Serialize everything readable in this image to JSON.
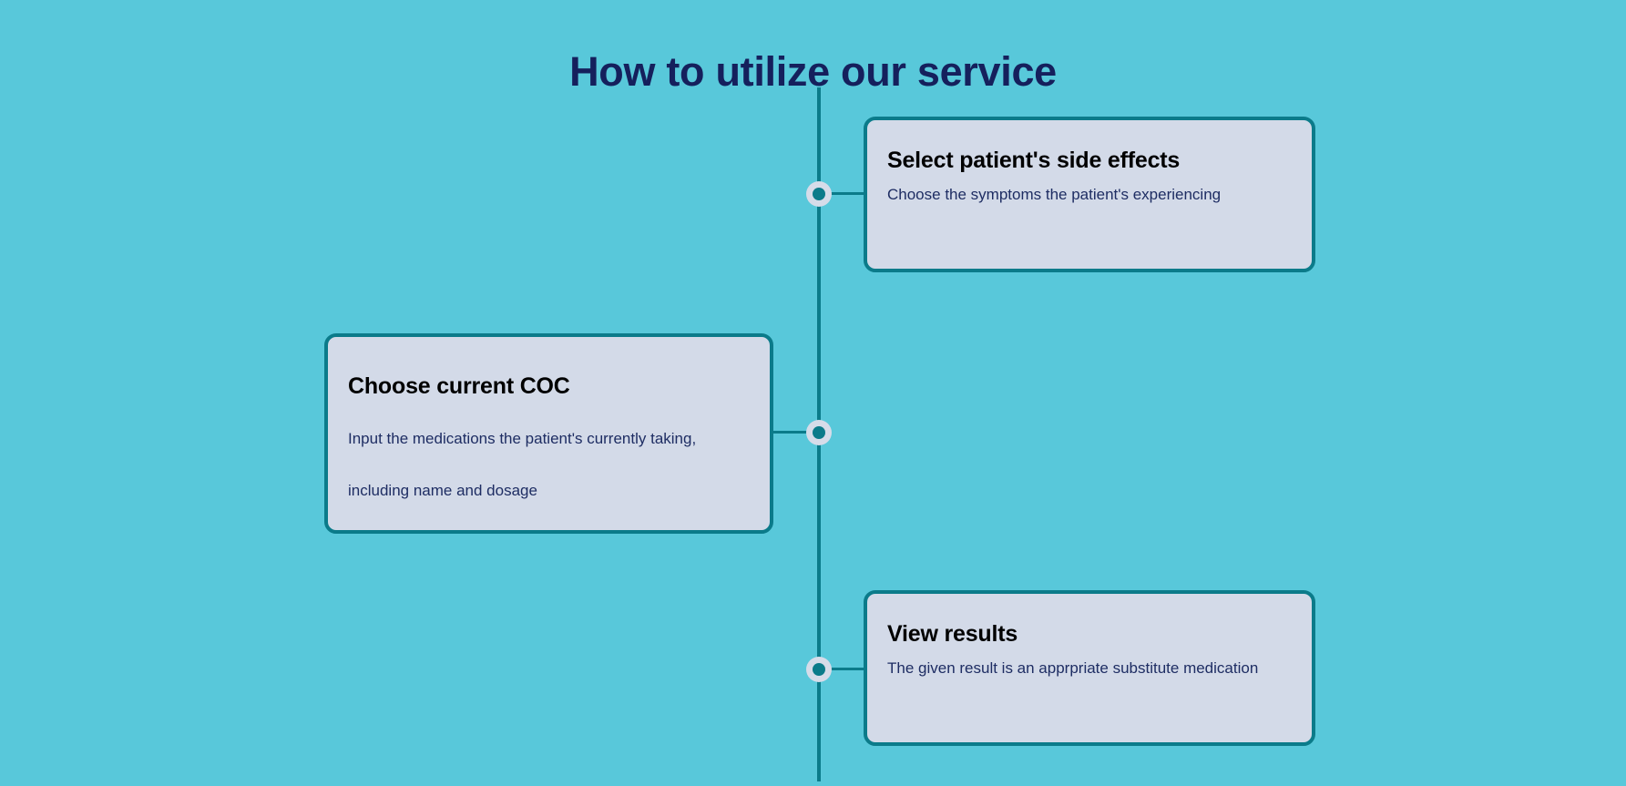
{
  "page": {
    "title": "How to utilize our service",
    "background_color": "#58c8da",
    "accent_color": "#0b7b8a",
    "card_background_color": "#d3dae8",
    "title_color": "#15205c"
  },
  "timeline": {
    "orientation": "vertical",
    "steps": [
      {
        "index": 1,
        "side": "right",
        "title": "Select patient's side effects",
        "description": "Choose the symptoms the patient's experiencing"
      },
      {
        "index": 2,
        "side": "left",
        "title": "Choose current COC",
        "description": "Input the medications the patient's currently taking, including name and dosage"
      },
      {
        "index": 3,
        "side": "right",
        "title": "View results",
        "description": "The given result is an apprpriate substitute medication"
      }
    ]
  }
}
